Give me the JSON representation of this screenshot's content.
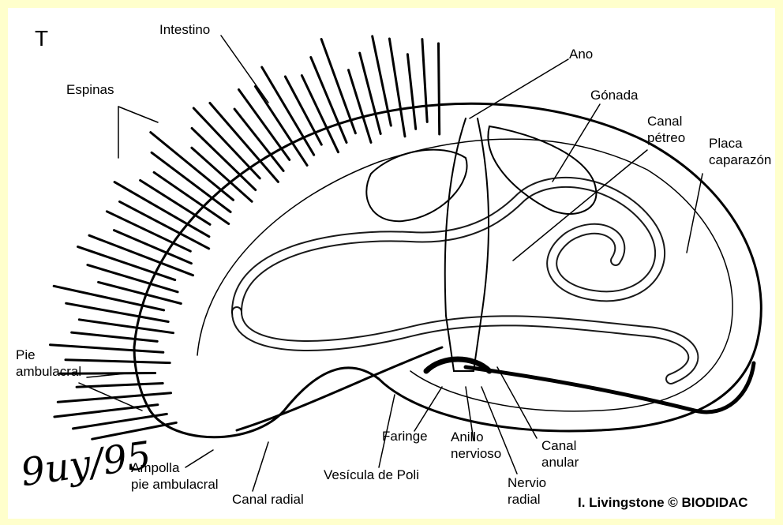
{
  "corner_letter": "T",
  "labels": {
    "intestino": "Intestino",
    "espinas": "Espinas",
    "ano": "Ano",
    "gonada": "Gónada",
    "canal_petreo_1": "Canal",
    "canal_petreo_2": "pétreo",
    "placa_1": "Placa",
    "placa_2": "caparazón",
    "pie_1": "Pie",
    "pie_2": "ambulacral",
    "ampolla_1": "Ampolla",
    "ampolla_2": "pie ambulacral",
    "canal_radial": "Canal radial",
    "vesicula": "Vesícula de Poli",
    "faringe": "Faringe",
    "anillo_1": "Anillo",
    "anillo_2": "nervioso",
    "nervio_1": "Nervio",
    "nervio_2": "radial",
    "canal_anular_1": "Canal",
    "canal_anular_2": "anular"
  },
  "signature": "9uy/95",
  "credit": "I. Livingstone © BIODIDAC",
  "colors": {
    "frame": "#ffffcc",
    "panel": "#ffffff",
    "ink": "#000000"
  }
}
